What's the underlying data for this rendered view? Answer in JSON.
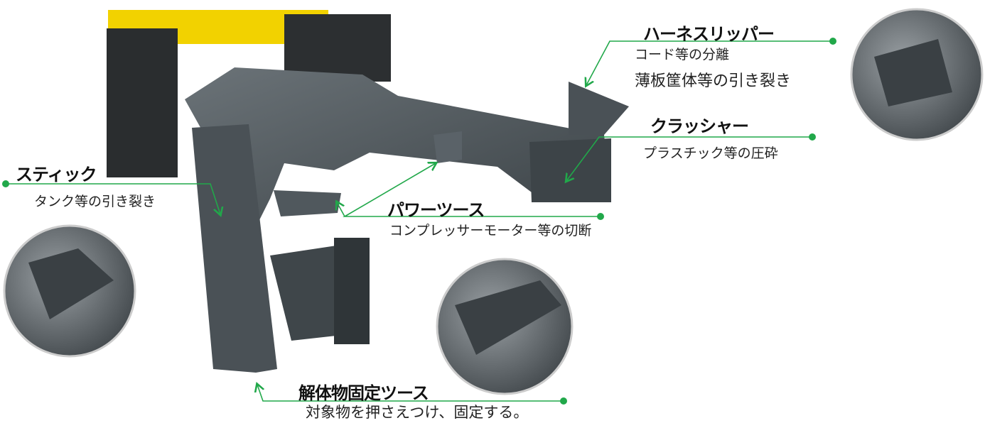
{
  "colors": {
    "accent_line": "#21a84a",
    "body": "#4a5156",
    "machine_yellow": "#f2d200"
  },
  "callouts": [
    {
      "id": "harness-ripper",
      "title": "ハーネスリッパー",
      "lines": [
        "コード等の分離",
        "薄板筐体等の引き裂き"
      ]
    },
    {
      "id": "crusher",
      "title": "クラッシャー",
      "lines": [
        "プラスチック等の圧砕"
      ]
    },
    {
      "id": "stick",
      "title": "スティック",
      "lines": [
        "タンク等の引き裂き"
      ]
    },
    {
      "id": "power-tooth",
      "title": "パワーツース",
      "lines": [
        "コンプレッサーモーター等の切断"
      ]
    },
    {
      "id": "fixing-tooth",
      "title": "解体物固定ツース",
      "lines": [
        "対象物を押さえつけ、固定する。"
      ]
    }
  ]
}
